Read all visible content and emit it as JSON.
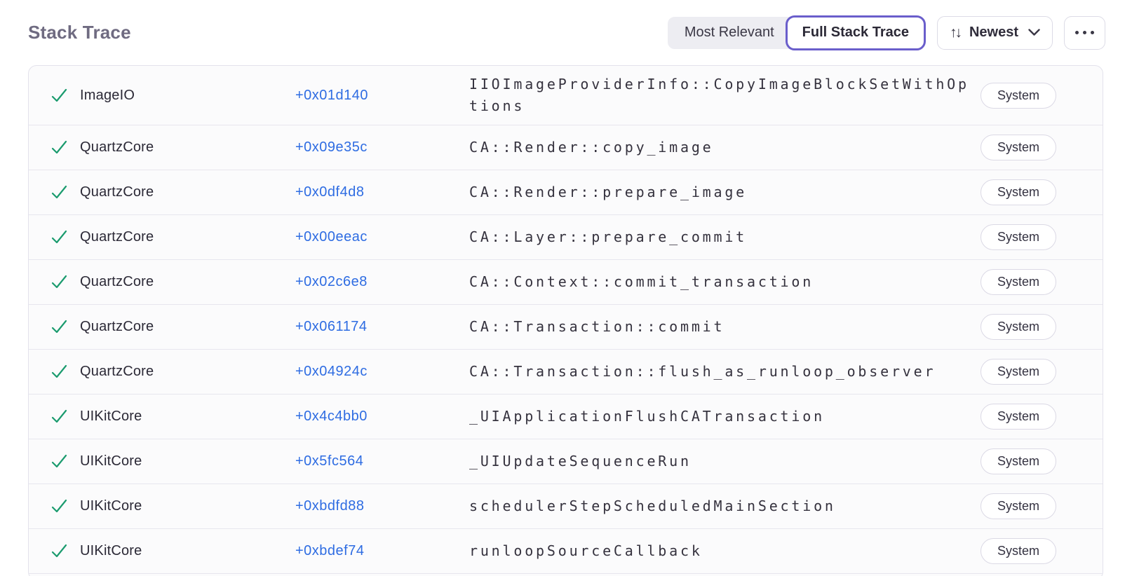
{
  "header": {
    "title": "Stack Trace",
    "view_toggle": {
      "options": [
        "Most Relevant",
        "Full Stack Trace"
      ],
      "inactive_label": "Most Relevant",
      "active_label": "Full Stack Trace",
      "active_accent_color": "#6a5ecb"
    },
    "sort": {
      "icon": "sort-arrows-icon",
      "arrows_glyph": "↑↓",
      "label": "Newest"
    },
    "more": {
      "icon": "ellipsis-icon"
    }
  },
  "colors": {
    "title_text": "#6f6b81",
    "accent_purple": "#6a5ecb",
    "address_blue": "#2e6ce2",
    "check_green": "#1a9b6e",
    "row_background": "#fbfbfc",
    "divider": "#e7e6ee",
    "badge_border": "#dbd9e5"
  },
  "frames": [
    {
      "status_icon": "check-icon",
      "module": "ImageIO",
      "address": "+0x01d140",
      "function": "IIOImageProviderInfo::CopyImageBlockSetWithOptions",
      "tag": "System"
    },
    {
      "status_icon": "check-icon",
      "module": "QuartzCore",
      "address": "+0x09e35c",
      "function": "CA::Render::copy_image",
      "tag": "System"
    },
    {
      "status_icon": "check-icon",
      "module": "QuartzCore",
      "address": "+0x0df4d8",
      "function": "CA::Render::prepare_image",
      "tag": "System"
    },
    {
      "status_icon": "check-icon",
      "module": "QuartzCore",
      "address": "+0x00eeac",
      "function": "CA::Layer::prepare_commit",
      "tag": "System"
    },
    {
      "status_icon": "check-icon",
      "module": "QuartzCore",
      "address": "+0x02c6e8",
      "function": "CA::Context::commit_transaction",
      "tag": "System"
    },
    {
      "status_icon": "check-icon",
      "module": "QuartzCore",
      "address": "+0x061174",
      "function": "CA::Transaction::commit",
      "tag": "System"
    },
    {
      "status_icon": "check-icon",
      "module": "QuartzCore",
      "address": "+0x04924c",
      "function": "CA::Transaction::flush_as_runloop_observer",
      "tag": "System"
    },
    {
      "status_icon": "check-icon",
      "module": "UIKitCore",
      "address": "+0x4c4bb0",
      "function": "_UIApplicationFlushCATransaction",
      "tag": "System"
    },
    {
      "status_icon": "check-icon",
      "module": "UIKitCore",
      "address": "+0x5fc564",
      "function": "_UIUpdateSequenceRun",
      "tag": "System"
    },
    {
      "status_icon": "check-icon",
      "module": "UIKitCore",
      "address": "+0xbdfd88",
      "function": "schedulerStepScheduledMainSection",
      "tag": "System"
    },
    {
      "status_icon": "check-icon",
      "module": "UIKitCore",
      "address": "+0xbdef74",
      "function": "runloopSourceCallback",
      "tag": "System"
    }
  ]
}
